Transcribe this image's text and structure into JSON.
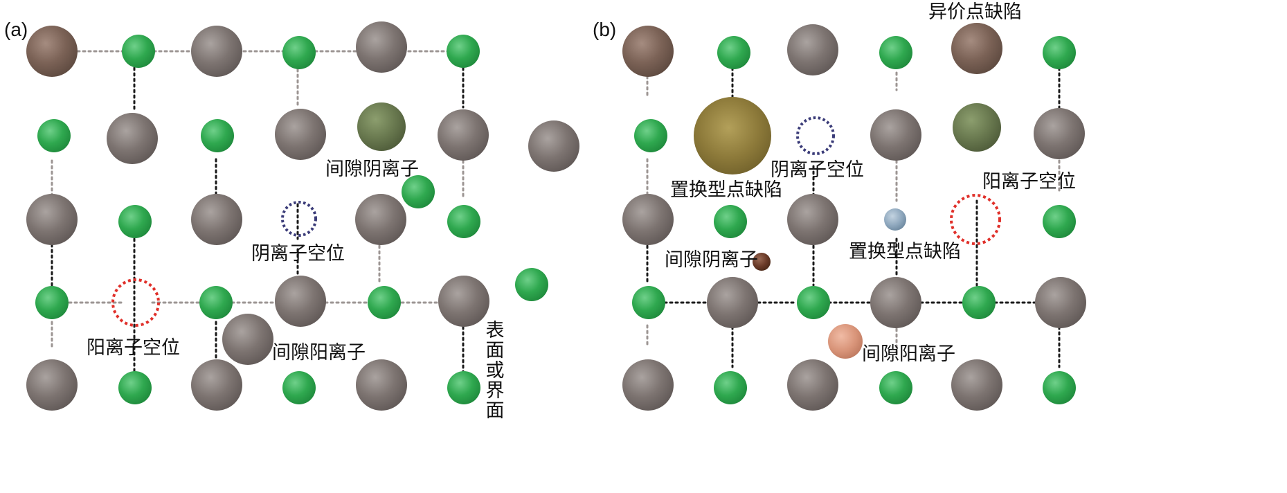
{
  "panel_a": {
    "tag": "(a)",
    "labels": {
      "interstitial_anion": "间隙阴离子",
      "anion_vacancy": "阴离子空位",
      "cation_vacancy": "阳离子空位",
      "interstitial_cation": "间隙阳离子",
      "surface": "表面或界面"
    }
  },
  "panel_b": {
    "tag": "(b)",
    "labels": {
      "aliovalent_defect": "异价点缺陷",
      "anion_vacancy": "阴离子空位",
      "substitutional_large": "置换型点缺陷",
      "cation_vacancy": "阳离子空位",
      "interstitial_anion": "间隙阴离子",
      "substitutional_small": "置换型点缺陷",
      "interstitial_cation": "间隙阳离子"
    }
  },
  "colors": {
    "cation": "#7d7471",
    "anion": "#2fa84f",
    "cation_brown": "#7b6256",
    "aliovalent_olive": "#6a7a50",
    "substitutional_large": "#8d7a3a",
    "substitutional_small": "#8fa8be",
    "interstitial_anion_small": "#6a3a28",
    "interstitial_cation_peach": "#d9957a",
    "cation_vacancy_ring": "#e0302a",
    "anion_vacancy_ring": "#3a3b78"
  }
}
